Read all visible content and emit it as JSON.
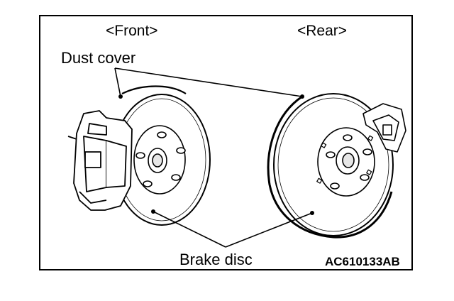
{
  "labels": {
    "front": "<Front>",
    "rear": "<Rear>",
    "dust_cover": "Dust cover",
    "brake_disc": "Brake disc",
    "figure_code": "AC610133AB"
  }
}
